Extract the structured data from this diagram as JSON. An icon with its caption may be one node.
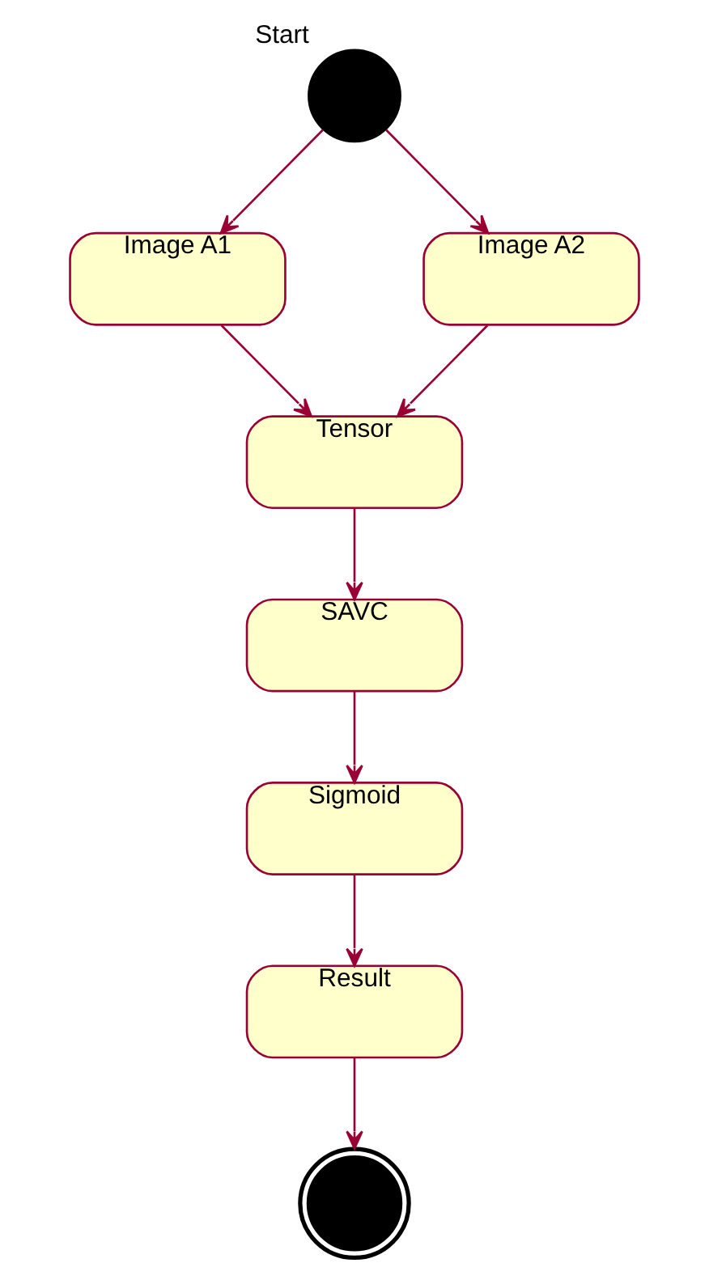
{
  "diagram": {
    "nodes": [
      {
        "text": [],
        "shape": "circle",
        "beside": [
          "Start"
        ]
      },
      {
        "text": [
          "Image A1"
        ]
      },
      {
        "text": [
          "Image A2"
        ]
      },
      {
        "text": [
          "Tensor"
        ]
      },
      {
        "text": [
          "SAVC"
        ]
      },
      {
        "text": [
          "Sigmoid"
        ]
      },
      {
        "text": [
          "Result"
        ]
      },
      {
        "text": [],
        "shape": "circle"
      }
    ],
    "edges": [
      {
        "from": 0,
        "to": 1,
        "arrow": "to"
      },
      {
        "from": 0,
        "to": 2,
        "arrow": "to"
      },
      {
        "from": 1,
        "to": 3,
        "arrow": "to"
      },
      {
        "from": 2,
        "to": 3,
        "arrow": "to"
      },
      {
        "from": 3,
        "to": 4,
        "arrow": "to"
      },
      {
        "from": 4,
        "to": 5,
        "arrow": "to"
      },
      {
        "from": 5,
        "to": 6,
        "arrow": "to"
      },
      {
        "from": 6,
        "to": 7,
        "arrow": "to"
      }
    ]
  }
}
